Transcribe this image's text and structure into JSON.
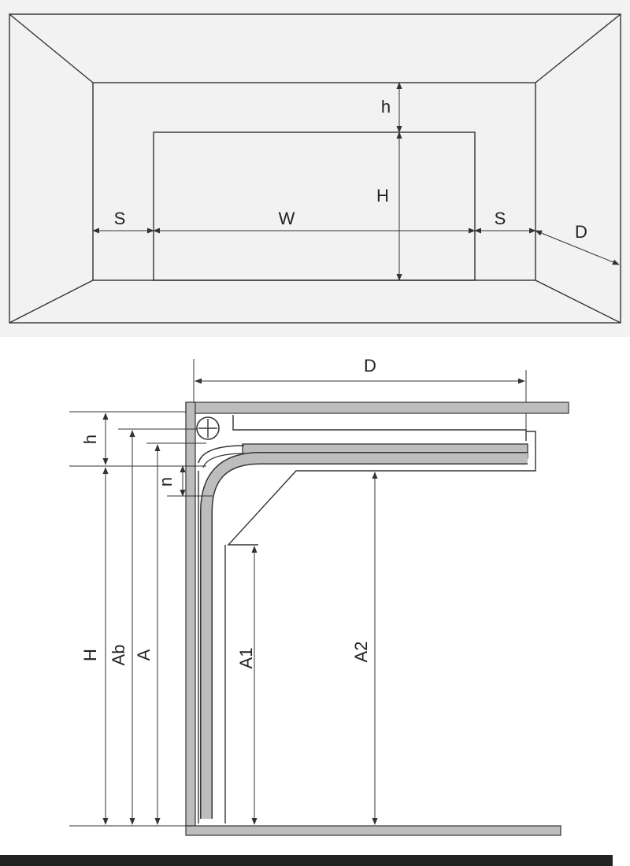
{
  "front_view": {
    "labels": {
      "h": "h",
      "H": "H",
      "W": "W",
      "S_left": "S",
      "S_right": "S",
      "D": "D"
    }
  },
  "side_view": {
    "labels": {
      "D": "D",
      "h": "h",
      "n": "n",
      "H": "H",
      "Ab": "Ab",
      "A": "A",
      "A1": "A1",
      "A2": "A2"
    }
  },
  "colors": {
    "panel_background": "#f2f2f2",
    "track_fill": "#bdbdbd",
    "bottom_bar": "#222222",
    "line": "#333333"
  }
}
